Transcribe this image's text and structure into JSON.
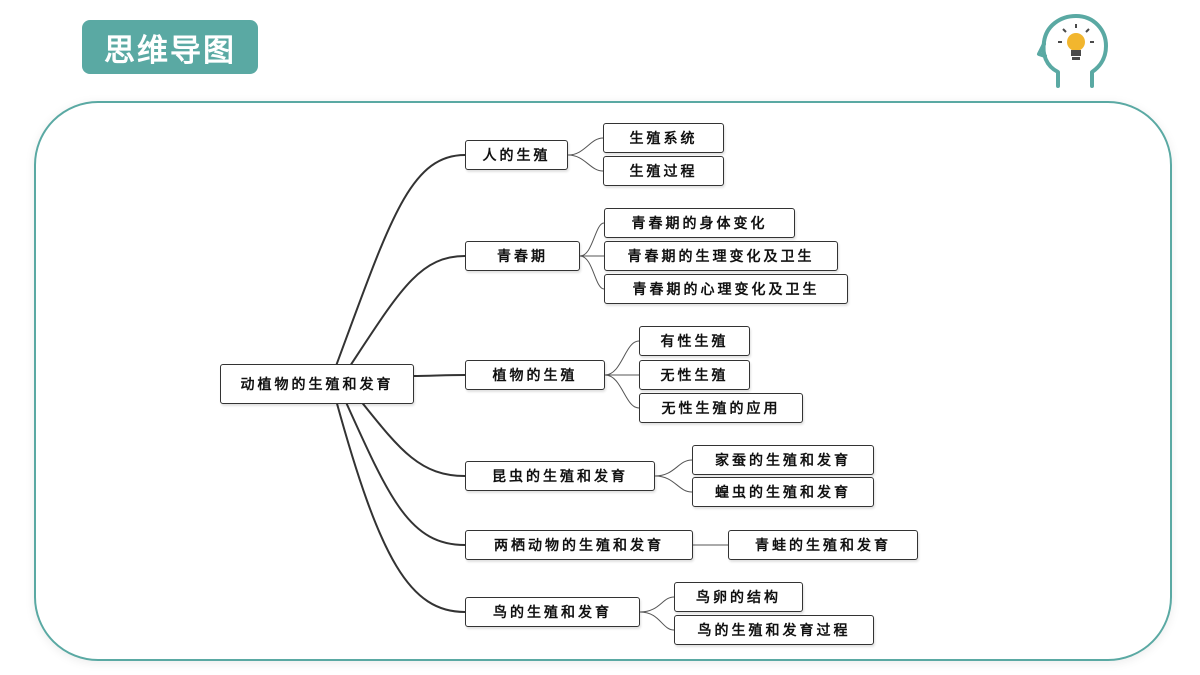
{
  "header": {
    "title": "思维导图",
    "icon": "head-lightbulb-icon",
    "accent": "#5aa9a3"
  },
  "mindmap": {
    "root": "动植物的生殖和发育",
    "branches": [
      {
        "label": "人的生殖",
        "children": [
          "生殖系统",
          "生殖过程"
        ]
      },
      {
        "label": "青春期",
        "children": [
          "青春期的身体变化",
          "青春期的生理变化及卫生",
          "青春期的心理变化及卫生"
        ]
      },
      {
        "label": "植物的生殖",
        "children": [
          "有性生殖",
          "无性生殖",
          "无性生殖的应用"
        ]
      },
      {
        "label": "昆虫的生殖和发育",
        "children": [
          "家蚕的生殖和发育",
          "蝗虫的生殖和发育"
        ]
      },
      {
        "label": "两栖动物的生殖和发育",
        "children": [
          "青蛙的生殖和发育"
        ]
      },
      {
        "label": "鸟的生殖和发育",
        "children": [
          "鸟卵的结构",
          "鸟的生殖和发育过程"
        ]
      }
    ]
  }
}
